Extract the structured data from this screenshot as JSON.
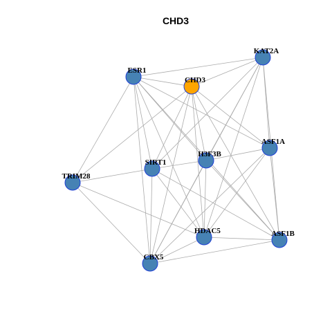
{
  "title": "CHD3",
  "colors": {
    "node_default": "#4682b4",
    "node_query": "#ffa500",
    "node_border": "#1f3fd6",
    "edge": "#aaaaaa"
  },
  "nodes": [
    {
      "id": "CHD3",
      "label": "CHD3",
      "query": true
    },
    {
      "id": "ESR1",
      "label": "ESR1",
      "query": false
    },
    {
      "id": "KAT2A",
      "label": "KAT2A",
      "query": false
    },
    {
      "id": "ASF1A",
      "label": "ASF1A",
      "query": false
    },
    {
      "id": "H3F3B",
      "label": "H3F3B",
      "query": false
    },
    {
      "id": "SIRT1",
      "label": "SIRT1",
      "query": false
    },
    {
      "id": "TRIM28",
      "label": "TRIM28",
      "query": false
    },
    {
      "id": "HDAC5",
      "label": "HDAC5",
      "query": false
    },
    {
      "id": "ASF1B",
      "label": "ASF1B",
      "query": false
    },
    {
      "id": "CBX5",
      "label": "CBX5",
      "query": false
    }
  ],
  "edges": [
    [
      "ESR1",
      "CHD3"
    ],
    [
      "ESR1",
      "KAT2A"
    ],
    [
      "ESR1",
      "ASF1A"
    ],
    [
      "ESR1",
      "H3F3B"
    ],
    [
      "ESR1",
      "SIRT1"
    ],
    [
      "ESR1",
      "TRIM28"
    ],
    [
      "ESR1",
      "HDAC5"
    ],
    [
      "ESR1",
      "ASF1B"
    ],
    [
      "ESR1",
      "CBX5"
    ],
    [
      "CHD3",
      "KAT2A"
    ],
    [
      "CHD3",
      "ASF1A"
    ],
    [
      "CHD3",
      "H3F3B"
    ],
    [
      "CHD3",
      "SIRT1"
    ],
    [
      "CHD3",
      "TRIM28"
    ],
    [
      "CHD3",
      "HDAC5"
    ],
    [
      "CHD3",
      "ASF1B"
    ],
    [
      "CHD3",
      "CBX5"
    ],
    [
      "KAT2A",
      "ASF1A"
    ],
    [
      "KAT2A",
      "H3F3B"
    ],
    [
      "KAT2A",
      "SIRT1"
    ],
    [
      "KAT2A",
      "HDAC5"
    ],
    [
      "KAT2A",
      "ASF1B"
    ],
    [
      "KAT2A",
      "CBX5"
    ],
    [
      "ASF1A",
      "H3F3B"
    ],
    [
      "ASF1A",
      "HDAC5"
    ],
    [
      "ASF1A",
      "ASF1B"
    ],
    [
      "ASF1A",
      "CBX5"
    ],
    [
      "H3F3B",
      "SIRT1"
    ],
    [
      "H3F3B",
      "HDAC5"
    ],
    [
      "H3F3B",
      "CBX5"
    ],
    [
      "H3F3B",
      "ASF1B"
    ],
    [
      "SIRT1",
      "TRIM28"
    ],
    [
      "SIRT1",
      "HDAC5"
    ],
    [
      "SIRT1",
      "ASF1B"
    ],
    [
      "SIRT1",
      "CBX5"
    ],
    [
      "TRIM28",
      "HDAC5"
    ],
    [
      "TRIM28",
      "CBX5"
    ],
    [
      "HDAC5",
      "ASF1B"
    ],
    [
      "HDAC5",
      "CBX5"
    ],
    [
      "ASF1B",
      "CBX5"
    ]
  ]
}
